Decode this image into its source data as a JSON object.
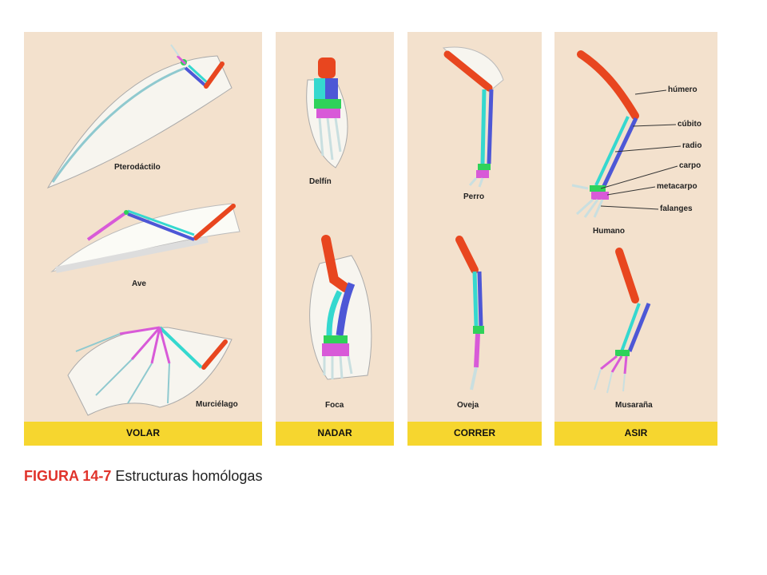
{
  "panels": [
    {
      "band": "VOLAR",
      "animals": [
        "Pterodáctilo",
        "Ave",
        "Murciélago"
      ]
    },
    {
      "band": "NADAR",
      "animals": [
        "Delfín",
        "Foca"
      ]
    },
    {
      "band": "CORRER",
      "animals": [
        "Perro",
        "Oveja"
      ]
    },
    {
      "band": "ASIR",
      "animals": [
        "Humano",
        "Musaraña"
      ]
    }
  ],
  "bones": [
    "húmero",
    "cúbito",
    "radio",
    "carpo",
    "metacarpo",
    "falanges"
  ],
  "colors": {
    "humerus": "#e8461f",
    "ulna": "#4d57d6",
    "radius": "#35d8cf",
    "carpals": "#2fd25a",
    "metacarpals": "#d85ad8",
    "phalanges": "#c9dfe0",
    "panel": "#f3e1cd",
    "band": "#f6d62f"
  },
  "caption": {
    "number": "FIGURA 14-7",
    "text": " Estructuras homólogas"
  }
}
